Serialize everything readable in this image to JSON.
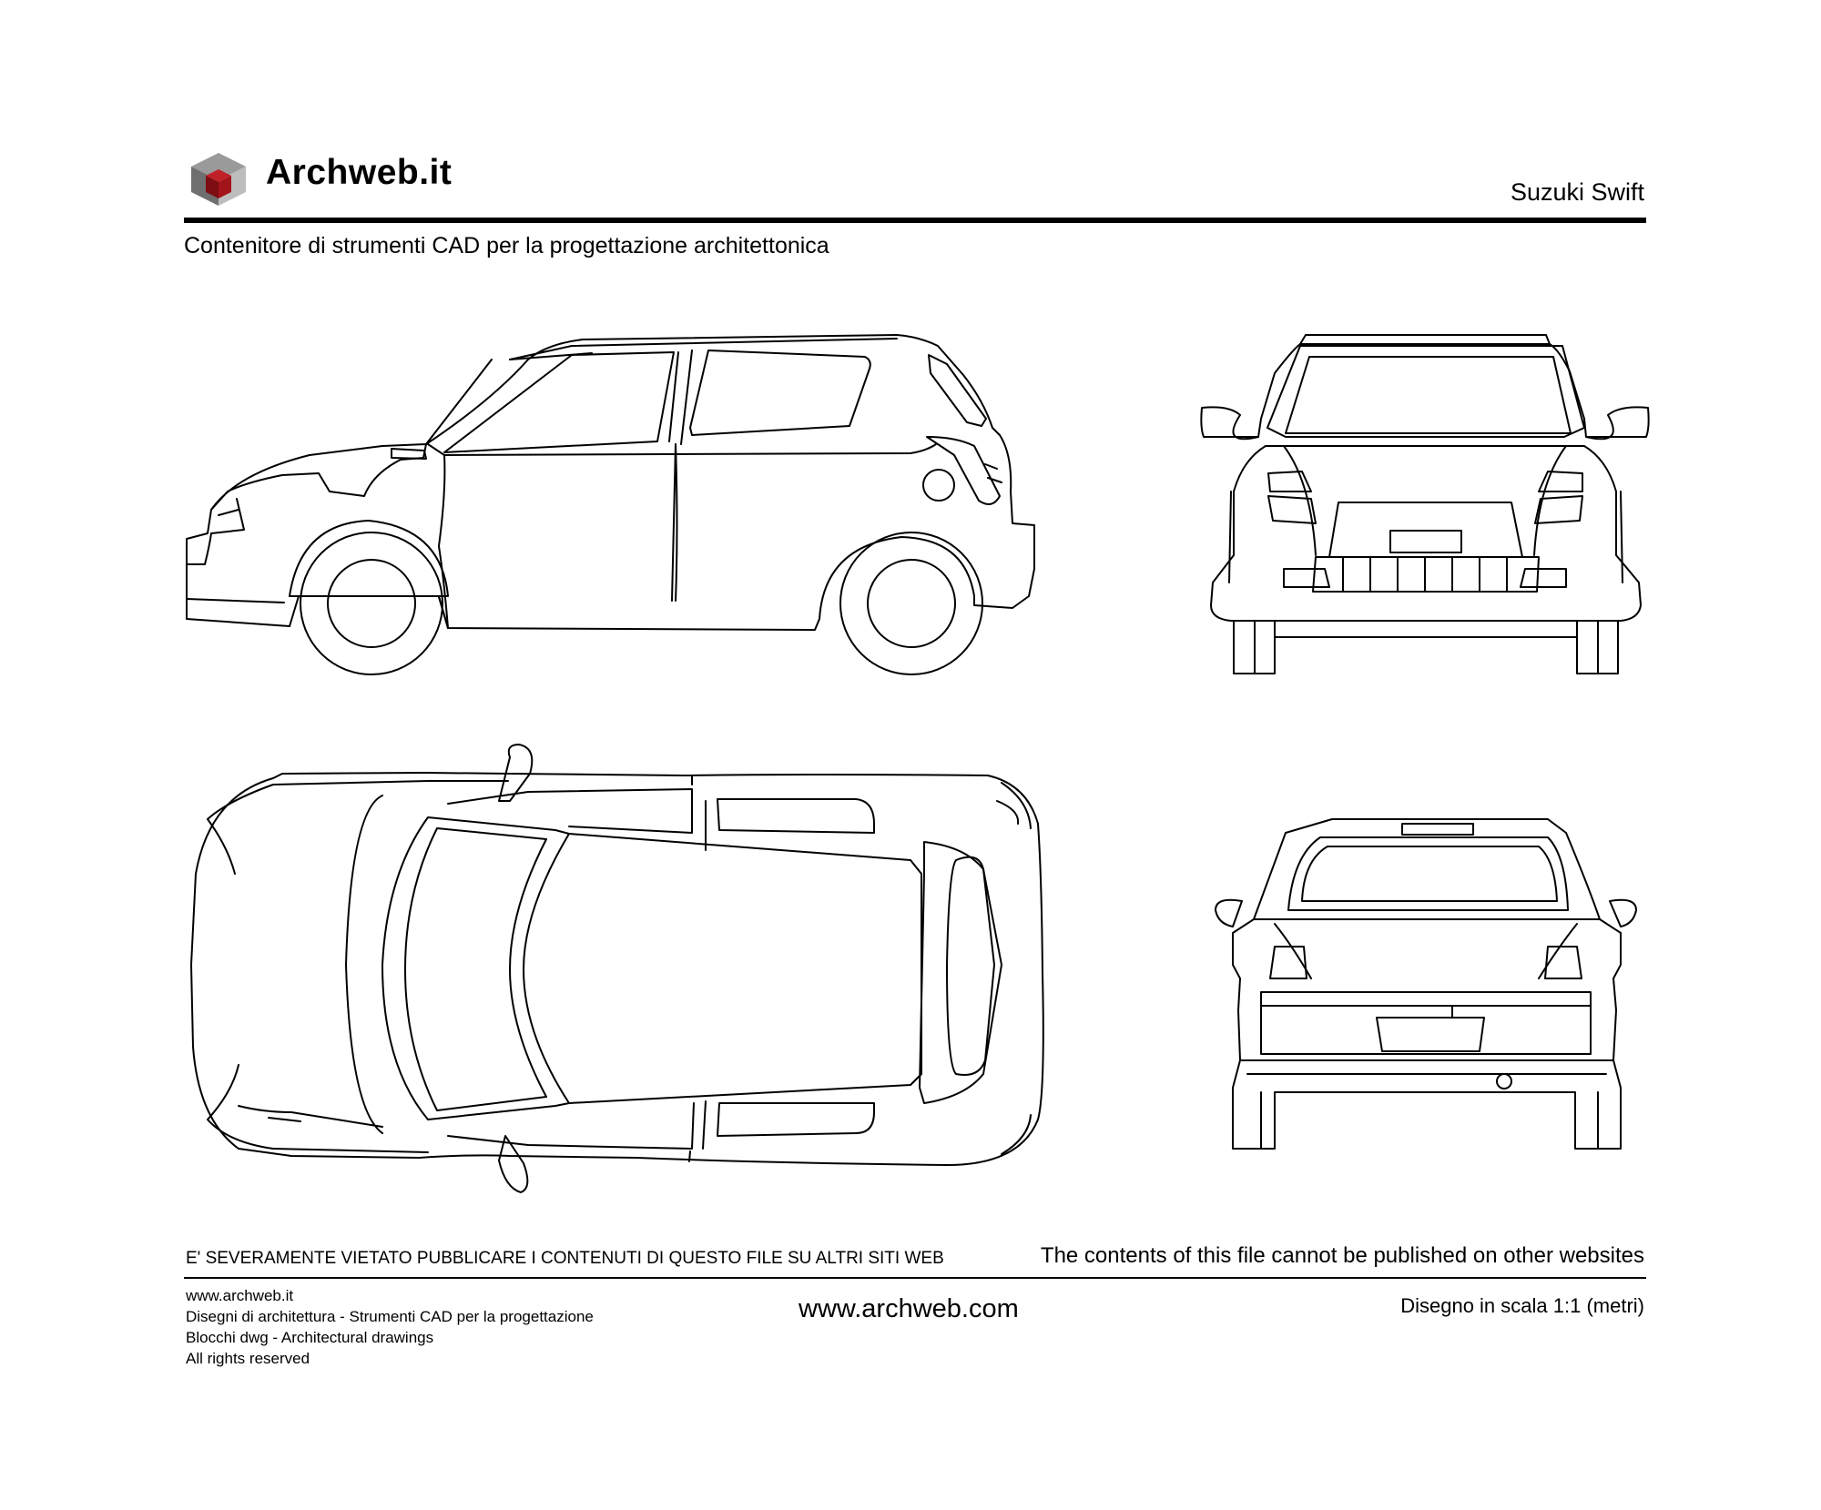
{
  "header": {
    "logo_text": "Archweb.it",
    "logo_icon": "cube-icon",
    "title": "Suzuki Swift",
    "subtitle": "Contenitore di strumenti CAD per la progettazione architettonica"
  },
  "drawings": {
    "views": [
      "side-view",
      "front-view",
      "top-view",
      "rear-view"
    ]
  },
  "footer": {
    "warning_it": "E' SEVERAMENTE VIETATO PUBBLICARE I CONTENUTI DI QUESTO FILE SU ALTRI SITI WEB",
    "warning_en": "The contents of this file cannot be published on other websites",
    "lines": [
      "www.archweb.it",
      "Disegni di architettura - Strumenti CAD  per la progettazione",
      "Blocchi dwg - Architectural drawings",
      "All rights reserved"
    ],
    "site": "www.archweb.com",
    "scale": "Disegno in scala 1:1 (metri)"
  },
  "colors": {
    "logo_cube_top": "#9a9a9a",
    "logo_cube_left": "#6f6f6f",
    "logo_cube_right": "#bdbdbd",
    "logo_cube_core": "#a3141a",
    "line": "#000000"
  }
}
